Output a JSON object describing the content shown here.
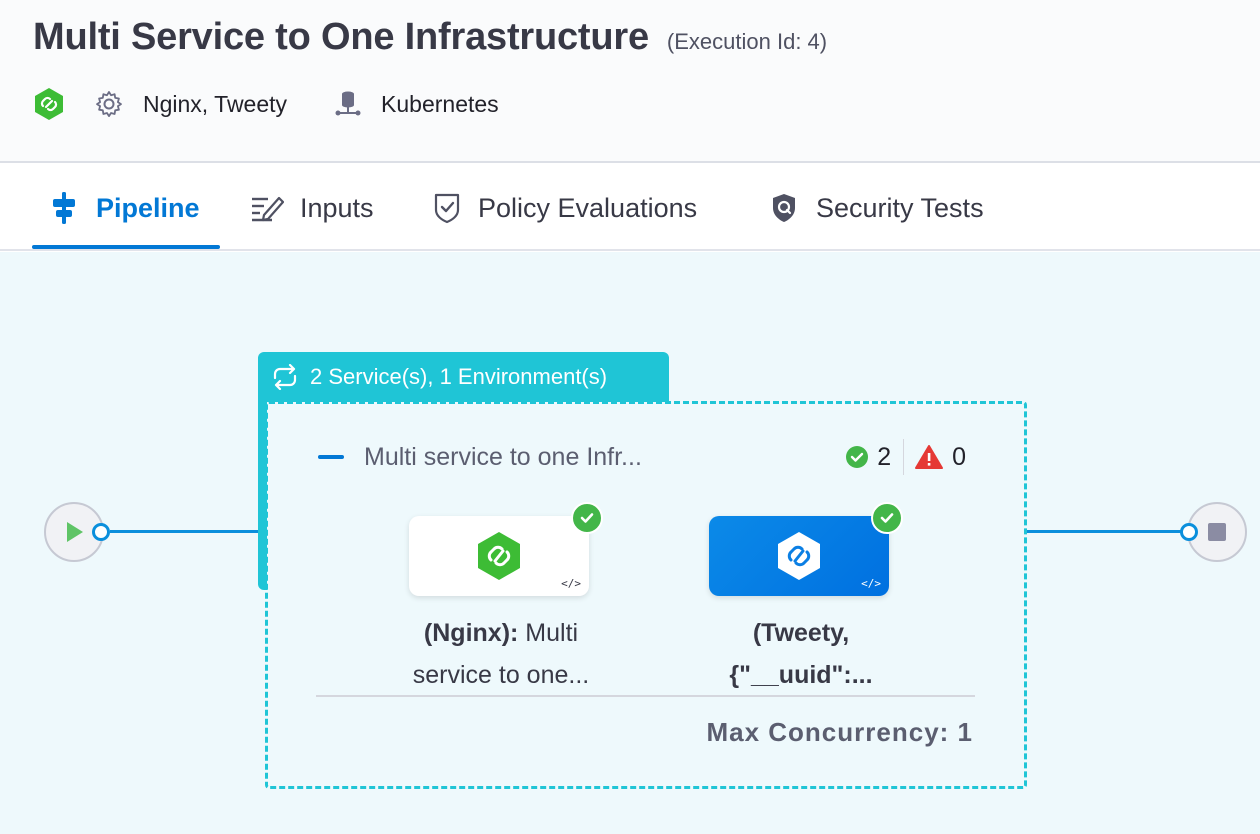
{
  "header": {
    "title": "Multi Service to One Infrastructure",
    "execution_id": "(Execution Id: 4)",
    "services": "Nginx, Tweety",
    "infrastructure": "Kubernetes"
  },
  "tabs": [
    {
      "label": "Pipeline",
      "icon": "pipeline-icon",
      "active": true
    },
    {
      "label": "Inputs",
      "icon": "inputs-icon",
      "active": false
    },
    {
      "label": "Policy Evaluations",
      "icon": "policy-shield-check-icon",
      "active": false
    },
    {
      "label": "Security Tests",
      "icon": "security-shield-icon",
      "active": false
    }
  ],
  "pipeline": {
    "group_label": "2 Service(s), 1 Environment(s)",
    "stage_name": "Multi service to one Infr...",
    "success_count": "2",
    "warning_count": "0",
    "services": [
      {
        "name_bold": "(Nginx):",
        "name_rest": " Multi",
        "line2": "service to one...",
        "card_color": "#ffffff"
      },
      {
        "name_bold": "(Tweety,",
        "name_rest": "",
        "line2": "{\"__uuid\":...",
        "card_color": "#0b8ae8"
      }
    ],
    "max_concurrency": "Max Concurrency: 1"
  },
  "colors": {
    "accent": "#0278d5",
    "group_teal": "#1fc5d6",
    "success": "#43b649",
    "warning": "#e53935",
    "canvas_bg": "#eef9fc"
  }
}
